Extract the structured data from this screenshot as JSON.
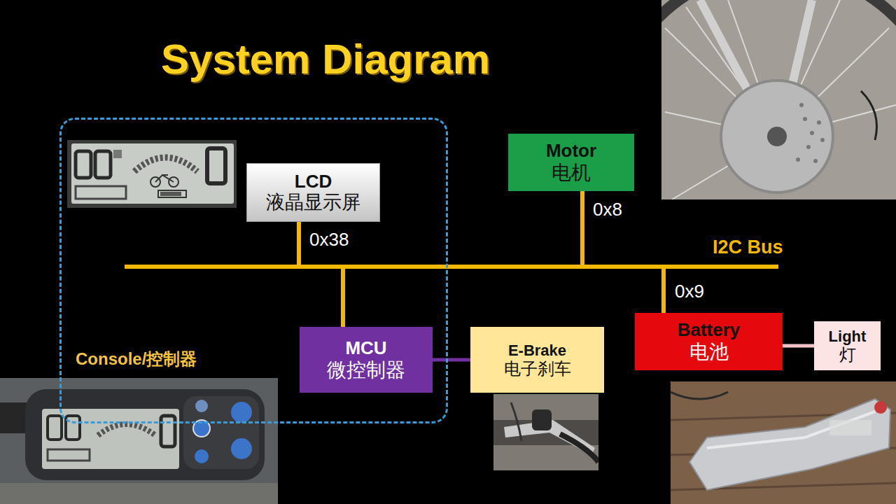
{
  "diagram": {
    "title": "System Diagram",
    "nodes": [
      {
        "text": [
          "Console/控制器"
        ]
      },
      {
        "text": [
          "LCD",
          "液晶显示屏"
        ],
        "in": 0
      },
      {
        "text": [
          "Motor",
          "电机"
        ]
      },
      {
        "text": [
          "MCU",
          "微控制器"
        ],
        "in": 0
      },
      {
        "text": [
          "E-Brake",
          "电子刹车"
        ]
      },
      {
        "text": [
          "Battery",
          "电池"
        ]
      },
      {
        "text": [
          "Light",
          "灯"
        ]
      }
    ],
    "edges": [
      {
        "from": 3,
        "to": 1,
        "label": "0x38",
        "arrow": "none"
      },
      {
        "from": 3,
        "to": 2,
        "label": "0x8",
        "arrow": "none"
      },
      {
        "from": 3,
        "to": 5,
        "label": "0x9",
        "arrow": "none"
      },
      {
        "from": 3,
        "to": 4,
        "arrow": "none"
      },
      {
        "from": 5,
        "to": 6,
        "arrow": "none"
      }
    ],
    "labels": [
      "I2C Bus"
    ]
  }
}
